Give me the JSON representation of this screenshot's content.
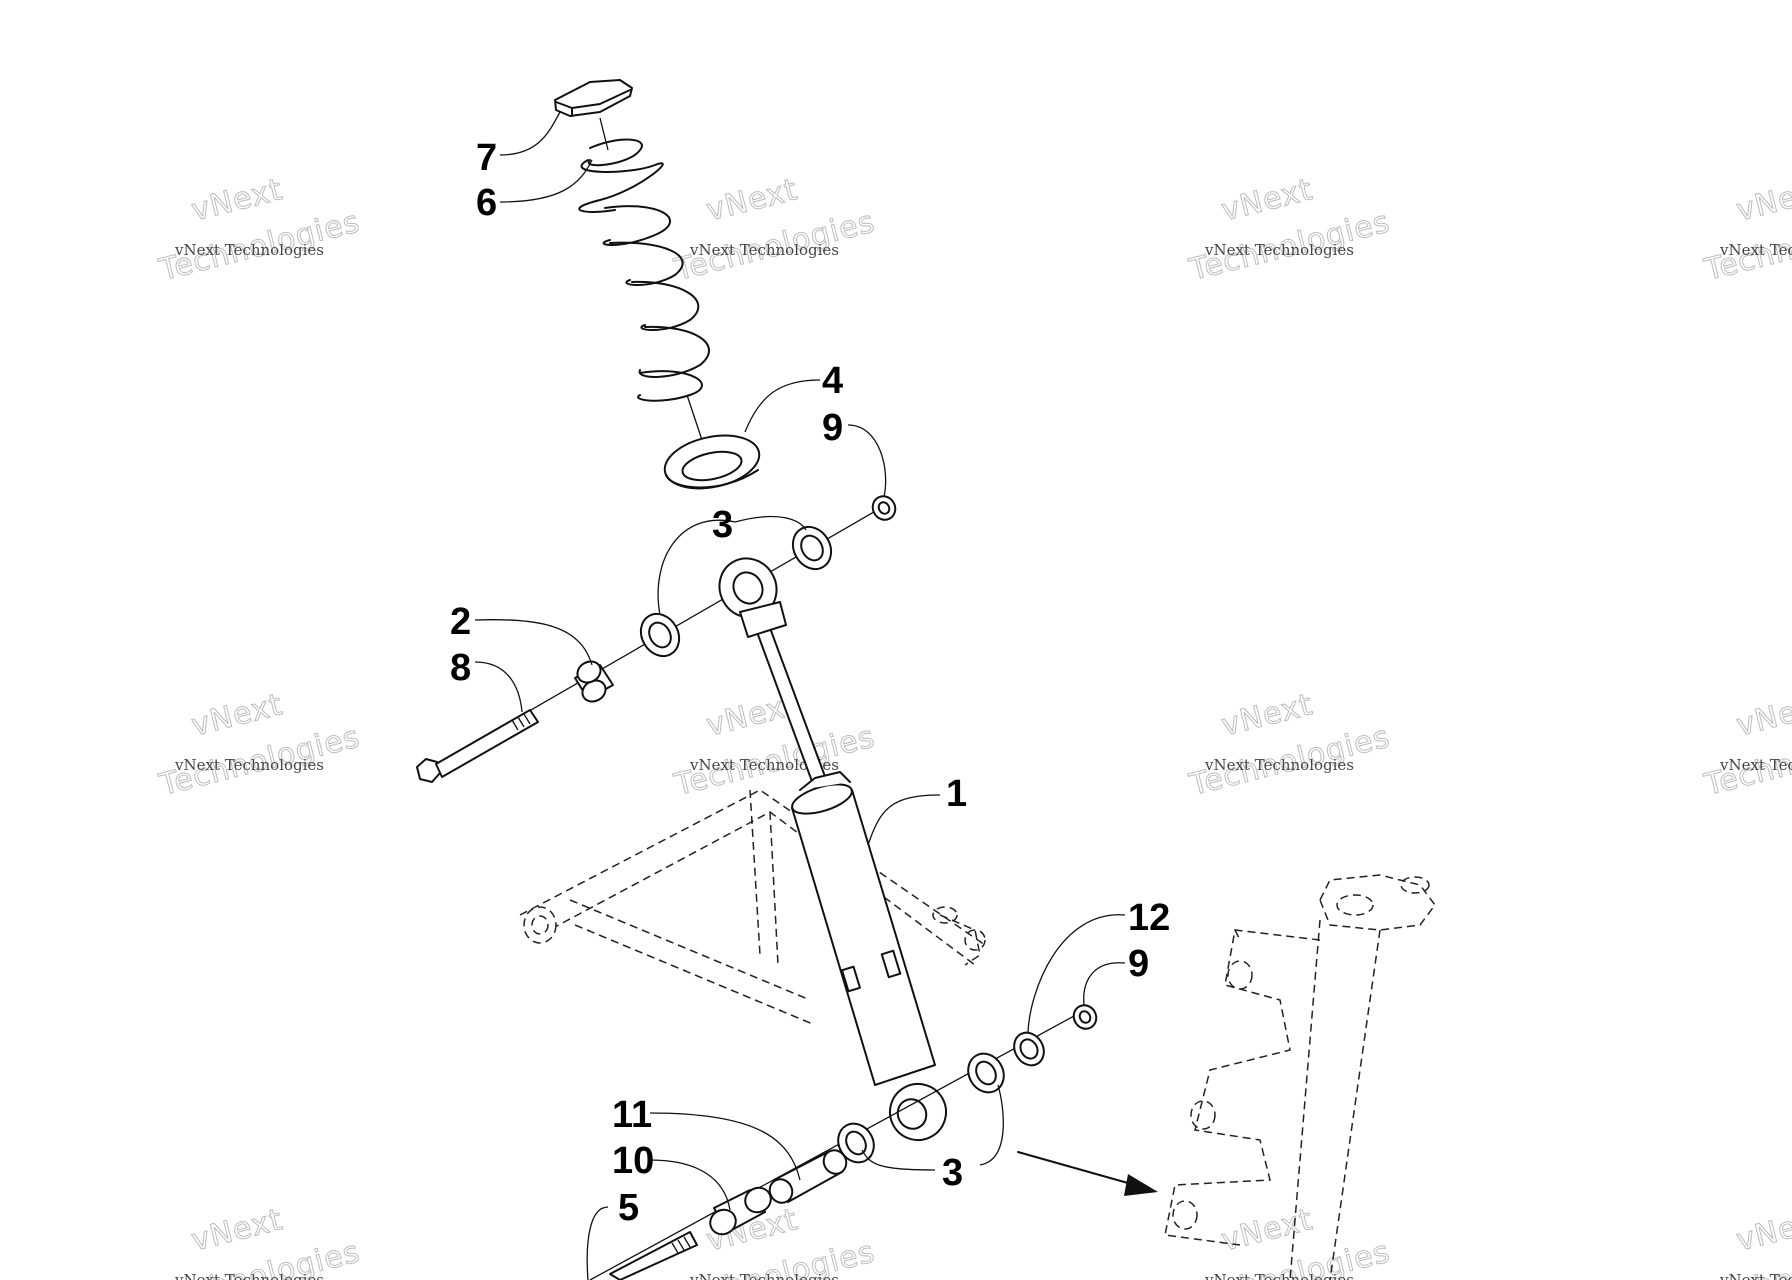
{
  "diagram": {
    "callouts": [
      {
        "id": "c7",
        "label": "7"
      },
      {
        "id": "c6",
        "label": "6"
      },
      {
        "id": "c4",
        "label": "4"
      },
      {
        "id": "c9a",
        "label": "9"
      },
      {
        "id": "c3a",
        "label": "3"
      },
      {
        "id": "c2",
        "label": "2"
      },
      {
        "id": "c8",
        "label": "8"
      },
      {
        "id": "c1",
        "label": "1"
      },
      {
        "id": "c12",
        "label": "12"
      },
      {
        "id": "c9b",
        "label": "9"
      },
      {
        "id": "c11",
        "label": "11"
      },
      {
        "id": "c10",
        "label": "10"
      },
      {
        "id": "c5",
        "label": "5"
      },
      {
        "id": "c3b",
        "label": "3"
      }
    ]
  },
  "watermark": {
    "brand": "vNext",
    "line_small": "vNext Technologies",
    "line_big": "Technologies",
    "color": "#bdbdbd"
  }
}
